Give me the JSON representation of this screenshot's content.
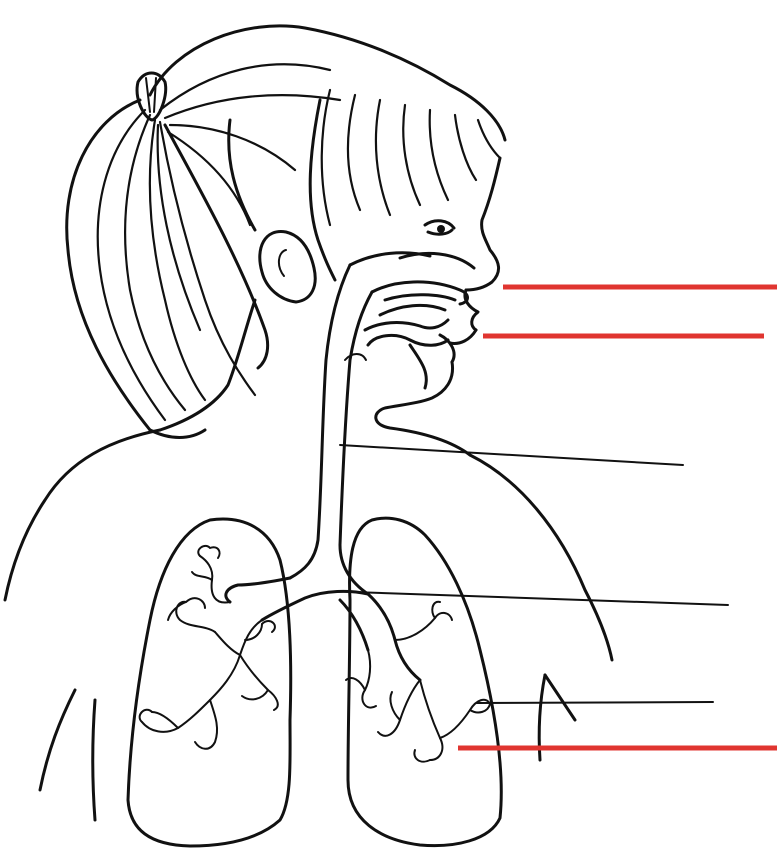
{
  "diagram": {
    "subject": "",
    "colors": {
      "answer_line": "#e03530",
      "ink": "#111111",
      "background": "#ffffff"
    }
  },
  "labels": [
    {
      "id": "nose",
      "type": "answer-line",
      "text": ""
    },
    {
      "id": "mouth",
      "type": "answer-line",
      "text": ""
    },
    {
      "id": "windpipe",
      "type": "leader-line",
      "text": ""
    },
    {
      "id": "bronchi",
      "type": "leader-line",
      "text": ""
    },
    {
      "id": "bronchioles",
      "type": "leader-line",
      "text": ""
    },
    {
      "id": "lungs",
      "type": "answer-line",
      "text": ""
    }
  ]
}
